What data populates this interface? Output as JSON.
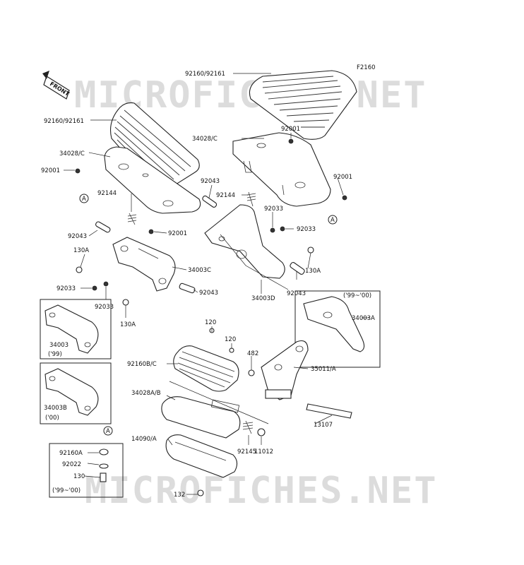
{
  "figure_code": "F2160",
  "front_label": "FRONT",
  "watermarks": [
    "MICROFICHES.NET",
    "MICROFICHES.NET"
  ],
  "circle_ref": "A",
  "labels": {
    "l_92160_92161_top": "92160/92161",
    "l_92160_92161_left": "92160/92161",
    "l_34028c_left": "34028/C",
    "l_34028c_right": "34028/C",
    "l_92001_left": "92001",
    "l_92001_right_top": "92001",
    "l_92001_right": "92001",
    "l_92001_mid": "92001",
    "l_92043_right_top": "92043",
    "l_92144_right": "92144",
    "l_92033_right_a": "92033",
    "l_92033_right_b": "92033",
    "l_92144_left": "92144",
    "l_92043_left": "92043",
    "l_130a_left": "130A",
    "l_130a_left_b": "130A",
    "l_130a_right": "130A",
    "l_34003c": "34003C",
    "l_92033_left_a": "92033",
    "l_92033_left_b": "92033",
    "l_92043_left_b": "92043",
    "l_92043_right_b": "92043",
    "l_34003d": "34003D",
    "l_99_00": "('99~'00)",
    "l_34003a": "34003A",
    "l_120_a": "120",
    "l_120_b": "120",
    "l_482": "482",
    "l_35011a": "35011/A",
    "l_34003": "34003",
    "l_99": "('99)",
    "l_92160bc": "92160B/C",
    "l_34028ab": "34028A/B",
    "l_34003b": "34003B",
    "l_00": "('00)",
    "l_13107": "13107",
    "l_14090a": "14090/A",
    "l_92145": "92145",
    "l_11012": "11012",
    "l_92160a": "92160A",
    "l_92022": "92022",
    "l_130": "130",
    "l_99_00_b": "('99~'00)",
    "l_132": "132"
  }
}
